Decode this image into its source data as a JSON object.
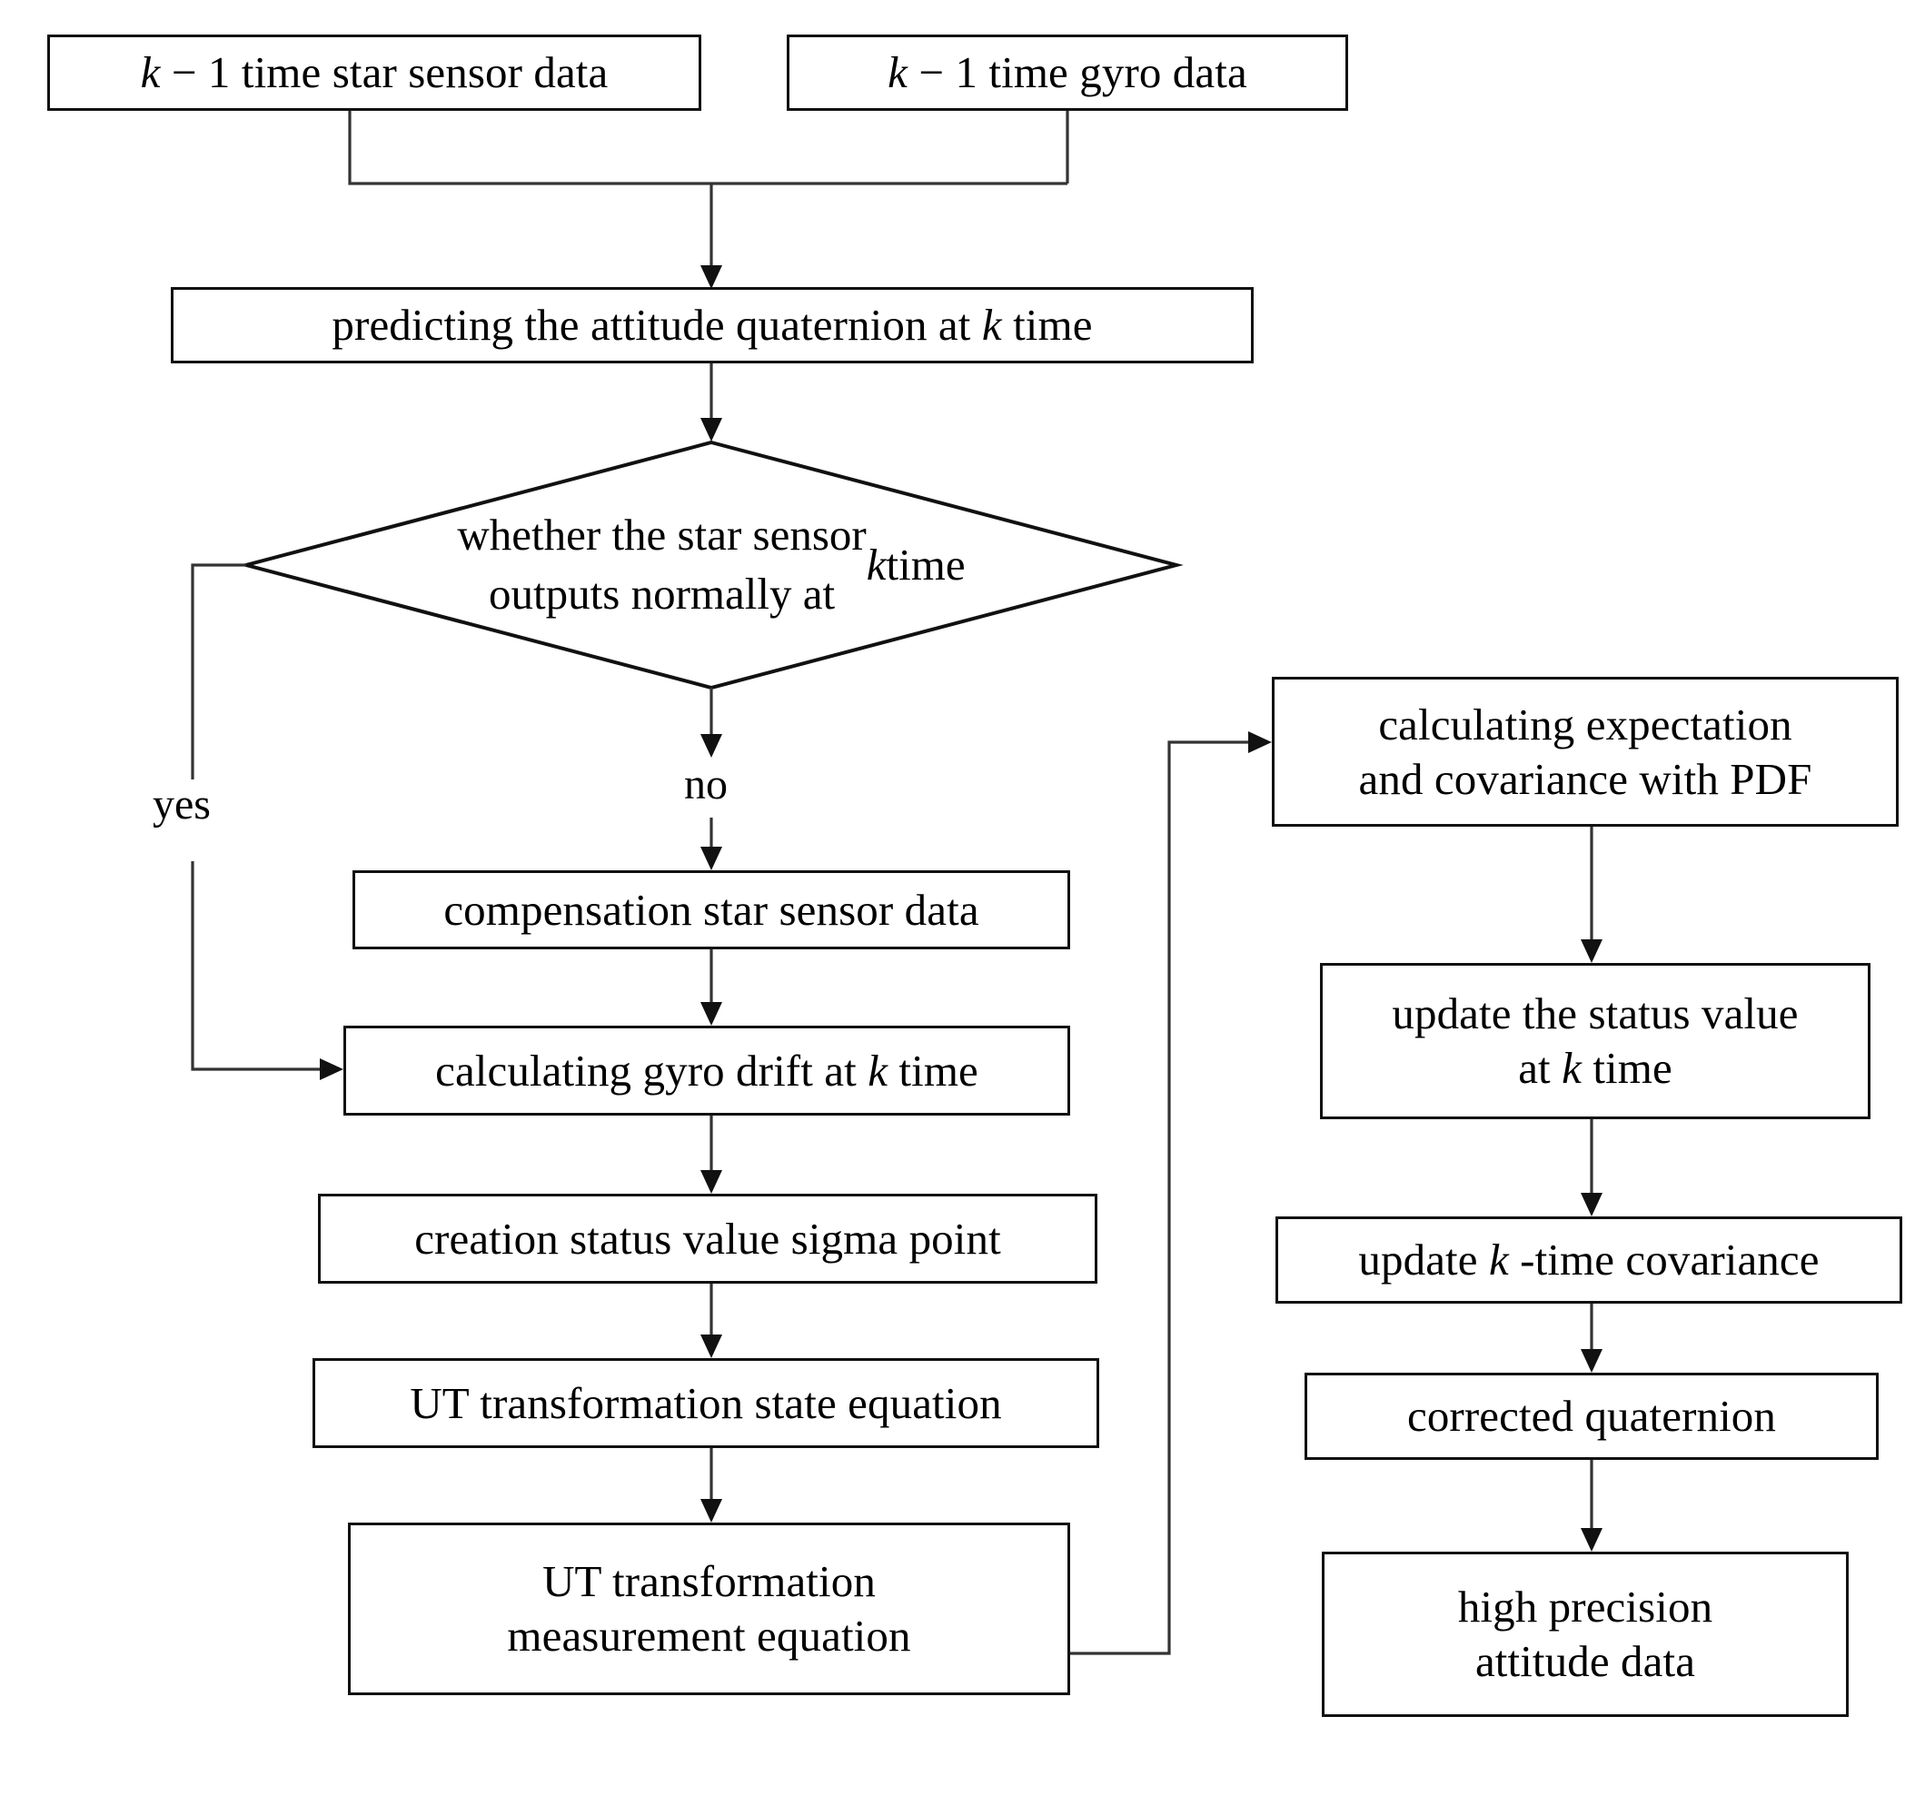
{
  "diagram": {
    "type": "flowchart",
    "title": "Star sensor / gyro attitude determination UKF flowchart",
    "nodes": [
      {
        "id": "star-sensor-data",
        "shape": "process",
        "label": "k − 1 time star sensor data"
      },
      {
        "id": "gyro-data",
        "shape": "process",
        "label": "k − 1 time gyro data"
      },
      {
        "id": "predict-quaternion",
        "shape": "process",
        "label": "predicting the attitude quaternion at k time"
      },
      {
        "id": "star-sensor-normal",
        "shape": "decision",
        "label": "whether the star sensor\noutputs normally at k time"
      },
      {
        "id": "compensation",
        "shape": "process",
        "label": "compensation star sensor data"
      },
      {
        "id": "gyro-drift",
        "shape": "process",
        "label": "calculating gyro drift at k time"
      },
      {
        "id": "sigma-point",
        "shape": "process",
        "label": "creation status value sigma point"
      },
      {
        "id": "ut-state",
        "shape": "process",
        "label": "UT transformation state equation"
      },
      {
        "id": "ut-measurement",
        "shape": "process",
        "label": "UT transformation\nmeasurement equation"
      },
      {
        "id": "expectation-pdf",
        "shape": "process",
        "label": "calculating expectation\nand covariance with PDF"
      },
      {
        "id": "update-status",
        "shape": "process",
        "label": "update the status value\nat k time"
      },
      {
        "id": "update-covariance",
        "shape": "process",
        "label": "update k -time covariance"
      },
      {
        "id": "corrected-quaternion",
        "shape": "process",
        "label": "corrected quaternion"
      },
      {
        "id": "high-precision",
        "shape": "process",
        "label": "high precision\nattitude data"
      }
    ],
    "edge_labels": {
      "yes": "yes",
      "no": "no"
    },
    "colors": {
      "node_border": "#111111",
      "node_fill": "#ffffff",
      "wire": "#333333",
      "text": "#000000",
      "background": "#ffffff"
    }
  }
}
